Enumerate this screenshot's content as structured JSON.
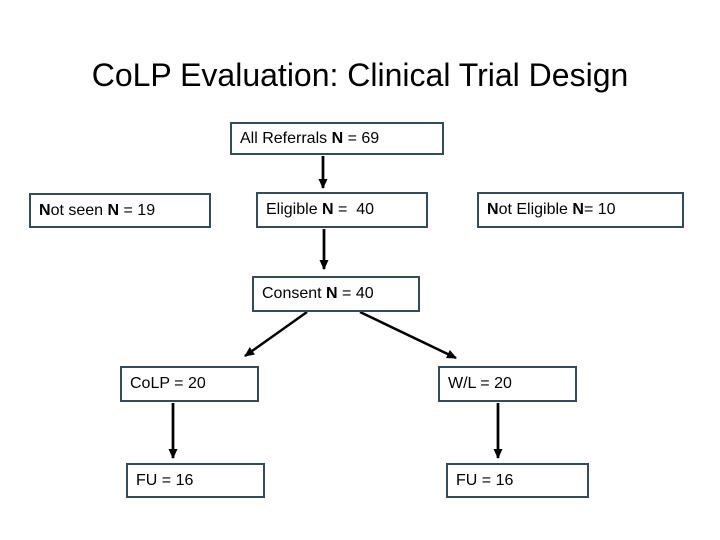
{
  "slide": {
    "title": "CoLP Evaluation: Clinical Trial Design",
    "colors": {
      "background": "#ffffff",
      "box_border": "#344b5b",
      "arrow": "#000000",
      "text": "#000000"
    }
  },
  "flowchart": {
    "boxes": {
      "all_referrals": {
        "label": "All Referrals N = 69"
      },
      "not_seen": {
        "label": "Not seen N = 19"
      },
      "eligible": {
        "label": "Eligible N =  40"
      },
      "not_eligible": {
        "label": "Not Eligible N= 10"
      },
      "consent": {
        "label": "Consent N = 40"
      },
      "colp": {
        "label": "CoLP = 20"
      },
      "wl": {
        "label": "W/L = 20"
      },
      "fu_left": {
        "label": "FU = 16"
      },
      "fu_right": {
        "label": "FU = 16"
      }
    },
    "edges": [
      {
        "from": "all_referrals",
        "to": "eligible"
      },
      {
        "from": "eligible",
        "to": "consent"
      },
      {
        "from": "consent",
        "to": "colp"
      },
      {
        "from": "consent",
        "to": "wl"
      },
      {
        "from": "colp",
        "to": "fu_left"
      },
      {
        "from": "wl",
        "to": "fu_right"
      }
    ]
  }
}
